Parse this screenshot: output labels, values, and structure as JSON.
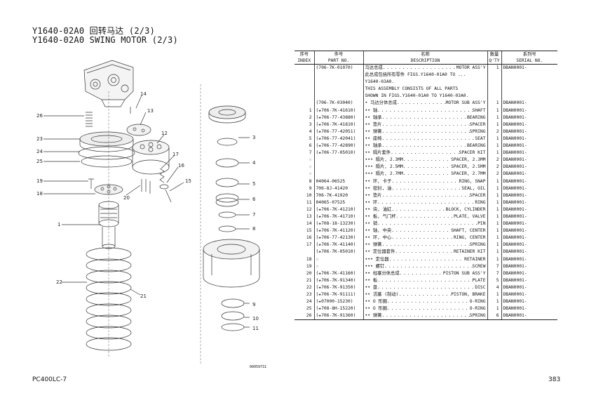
{
  "header": {
    "title_line1": "Y1640-02A0 回转马达 (2/3)",
    "title_line2": "Y1640-02A0 SWING MOTOR (2/3)"
  },
  "footer": {
    "model": "PC400LC-7",
    "page": "383"
  },
  "diagram": {
    "code": "00059731",
    "callouts": [
      "14",
      "13",
      "26",
      "12",
      "23",
      "24",
      "25",
      "17",
      "16",
      "19",
      "15",
      "18",
      "20",
      "1",
      "3",
      "4",
      "5",
      "6",
      "7",
      "8",
      "22",
      "21",
      "9",
      "10",
      "11"
    ]
  },
  "table": {
    "headers": [
      {
        "cn": "序号",
        "en": "INDEX"
      },
      {
        "cn": "件号",
        "en": "PART NO."
      },
      {
        "cn": "名称",
        "en": "DESCRIPTION"
      },
      {
        "cn": "数量",
        "en": "Q'TY"
      },
      {
        "cn": "系列号",
        "en": "SERIAL NO."
      }
    ],
    "rows": [
      {
        "index": "",
        "part": "(706-7K-01070)",
        "cn": "马达总成",
        "en": "MOTOR ASS'Y",
        "qty": "1",
        "serial": "DBAN0001-"
      },
      {
        "index": "",
        "part": "",
        "note": "此总成包括所有零件 FIGS.Y1640-01A0 TO ..."
      },
      {
        "index": "",
        "part": "",
        "note": "  Y1640-03A0."
      },
      {
        "index": "",
        "part": "",
        "note": "  THIS ASSEMBLY CONSISTS OF ALL PARTS"
      },
      {
        "index": "",
        "part": "",
        "note": "  SHOWN IN FIGS.Y1640-01A0 TO Y1640-03A0."
      },
      {
        "index": "",
        "part": "(706-7K-03040)",
        "cn": "• 马达分体总成",
        "en": "MOTOR SUB ASS'Y",
        "qty": "1",
        "serial": "DBAN0001-"
      },
      {
        "index": "1",
        "part": "(★706-7K-41610)",
        "cn": "•• 轴",
        "en": "SHAFT",
        "qty": "1",
        "serial": "DBAN0001-"
      },
      {
        "index": "2",
        "part": "(★706-77-43880)",
        "cn": "•• 轴承",
        "en": "BEARING",
        "qty": "1",
        "serial": "DBAN0001-"
      },
      {
        "index": "3",
        "part": "(★706-7K-41810)",
        "cn": "•• 垫片",
        "en": "SPACER",
        "qty": "1",
        "serial": "DBAN0001-"
      },
      {
        "index": "4",
        "part": "(★706-77-42051)",
        "cn": "•• 弹簧",
        "en": "SPRING",
        "qty": "2",
        "serial": "DBAN0001-"
      },
      {
        "index": "5",
        "part": "(★706-77-42041)",
        "cn": "•• 座椅",
        "en": "SEAT",
        "qty": "1",
        "serial": "DBAN0001-"
      },
      {
        "index": "6",
        "part": "(★706-77-42890)",
        "cn": "•• 轴承",
        "en": "BEARING",
        "qty": "1",
        "serial": "DBAN0001-"
      },
      {
        "index": "7",
        "part": "(★706-77-05010)",
        "cn": "•• 隔片套件",
        "en": "SPACER KIT",
        "qty": "1",
        "serial": "DBAN0001-"
      },
      {
        "index": "☆",
        "part": "",
        "cn": "••• 隔片, 2.3MM",
        "en": "SPACER, 2.3MM",
        "qty": "2",
        "serial": "DBAN0001-"
      },
      {
        "index": "☆",
        "part": "",
        "cn": "••• 隔片, 2.5MM",
        "en": "SPACER, 2.5MM",
        "qty": "2",
        "serial": "DBAN0001-"
      },
      {
        "index": "☆",
        "part": "",
        "cn": "••• 隔片, 2.7MM",
        "en": "SPACER, 2.7MM",
        "qty": "2",
        "serial": "DBAN0001-"
      },
      {
        "index": "8",
        "part": "04064-06525",
        "cn": "•• 环, 卡子",
        "en": "RING, SNAP",
        "qty": "1",
        "serial": "DBAN0001-"
      },
      {
        "index": "9",
        "part": "706-8J-41420",
        "cn": "•• 密封, 油",
        "en": "SEAL, OIL",
        "qty": "1",
        "serial": "DBAN0001-"
      },
      {
        "index": "10",
        "part": "706-7K-41920",
        "cn": "•• 垫片",
        "en": "SPACER",
        "qty": "1",
        "serial": "DBAN0001-"
      },
      {
        "index": "11",
        "part": "04065-07525",
        "cn": "•• 环",
        "en": "RING",
        "qty": "1",
        "serial": "DBAN0001-"
      },
      {
        "index": "12",
        "part": "(★706-7K-41210)",
        "cn": "•• 块, 油缸",
        "en": "BLOCK, CYLINDER",
        "qty": "1",
        "serial": "DBAN0001-"
      },
      {
        "index": "13",
        "part": "(★706-7K-41710)",
        "cn": "•• 板, 气门杆",
        "en": "PLATE, VALVE",
        "qty": "1",
        "serial": "DBAN0001-"
      },
      {
        "index": "14",
        "part": "(★708-18-13230)",
        "cn": "•• 销",
        "en": "PIN",
        "qty": "1",
        "serial": "DBAN0001-"
      },
      {
        "index": "15",
        "part": "(★706-7K-41120)",
        "cn": "•• 轴, 中央",
        "en": "SHAFT, CENTER",
        "qty": "1",
        "serial": "DBAN0001-"
      },
      {
        "index": "16",
        "part": "(★706-77-42130)",
        "cn": "•• 环, 中心",
        "en": "RING, CENTER",
        "qty": "1",
        "serial": "DBAN0001-"
      },
      {
        "index": "17",
        "part": "(★706-7K-41140)",
        "cn": "•• 弹簧",
        "en": "SPRING",
        "qty": "1",
        "serial": "DBAN0001-"
      },
      {
        "index": "",
        "part": "(★706-7K-05010)",
        "cn": "•• 定位器套件",
        "en": "RETAINER KIT",
        "qty": "1",
        "serial": "DBAN0001-"
      },
      {
        "index": "18",
        "part": "☆",
        "cn": "••• 定位器",
        "en": "RETAINER",
        "qty": "1",
        "serial": "DBAN0001-"
      },
      {
        "index": "19",
        "part": "☆",
        "cn": "••• 螺钉",
        "en": "SCREW",
        "qty": "7",
        "serial": "DBAN0001-"
      },
      {
        "index": "20",
        "part": "(★706-7K-41160)",
        "cn": "•• 柱塞分体总成",
        "en": "PISTON SUB ASS'Y",
        "qty": "7",
        "serial": "DBAN0001-"
      },
      {
        "index": "21",
        "part": "(★706-7K-91340)",
        "cn": "•• 板",
        "en": "PLATE",
        "qty": "5",
        "serial": "DBAN0001-"
      },
      {
        "index": "22",
        "part": "(★706-7K-91350)",
        "cn": "•• 盘",
        "en": "DISC",
        "qty": "4",
        "serial": "DBAN0001-"
      },
      {
        "index": "23",
        "part": "(★706-7K-91111)",
        "cn": "•• 活塞 (制动)",
        "en": "PISTON, BRAKE",
        "qty": "1",
        "serial": "DBAN0001-"
      },
      {
        "index": "24",
        "part": "(★07000-15230)",
        "cn": "•• O 形圈",
        "en": "O-RING",
        "qty": "1",
        "serial": "DBAN0001-"
      },
      {
        "index": "25",
        "part": "(★708-8H-15220)",
        "cn": "•• O 形圈",
        "en": "O-RING",
        "qty": "1",
        "serial": "DBAN0001-"
      },
      {
        "index": "26",
        "part": "(★706-7K-91360)",
        "cn": "•• 弹簧",
        "en": "SPRING",
        "qty": "6",
        "serial": "DBAN0001-"
      }
    ]
  }
}
